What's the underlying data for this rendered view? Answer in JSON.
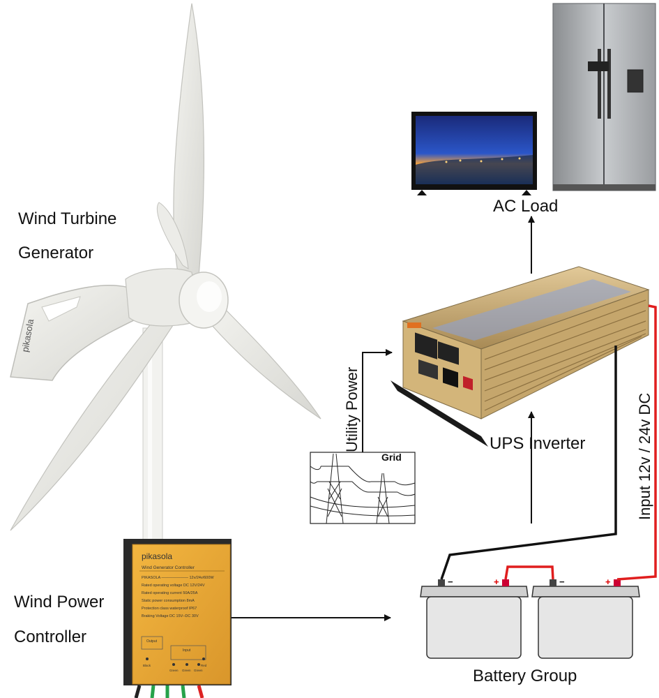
{
  "labels": {
    "turbine_line1": "Wind Turbine",
    "turbine_line2": "Generator",
    "controller_line1": "Wind Power",
    "controller_line2": "Controller",
    "ac_load": "AC Load",
    "ups_inverter": "UPS Inverter",
    "utility_power": "Utility Power",
    "grid": "Grid",
    "input_dc": "Input 12v / 24v DC",
    "battery_group": "Battery Group"
  },
  "branding": {
    "turbine_logo": "pikasola",
    "controller_logo": "pikasola"
  },
  "controller_panel": {
    "title": "Wind Generator Controller",
    "rows": [
      "PIKASOLA ——————— 12v/24v/600W",
      "Rated operating voltage DC 12V/24V",
      "Rated operating current 50A/25A",
      "Static power consumption 8mA",
      "Protection class waterproof IP67",
      "Braking Voltage DC 15V–DC 30V"
    ],
    "output_label": "Output",
    "input_label": "Input",
    "terminal_labels": [
      "Black",
      "Green",
      "Green",
      "Green",
      "Red"
    ]
  },
  "battery_marks": {
    "minus": "−",
    "plus": "+"
  },
  "colors": {
    "positive_wire": "#e01e1e",
    "negative_wire": "#111111",
    "controller_body": "#e8a835",
    "inverter_body": "#c9a96a",
    "battery_body": "#e6e6e6"
  },
  "icons": {
    "turbine": "wind-turbine-icon",
    "tv": "television-icon",
    "fridge": "refrigerator-icon",
    "inverter": "inverter-icon",
    "grid": "power-pylon-icon",
    "battery": "battery-icon"
  }
}
